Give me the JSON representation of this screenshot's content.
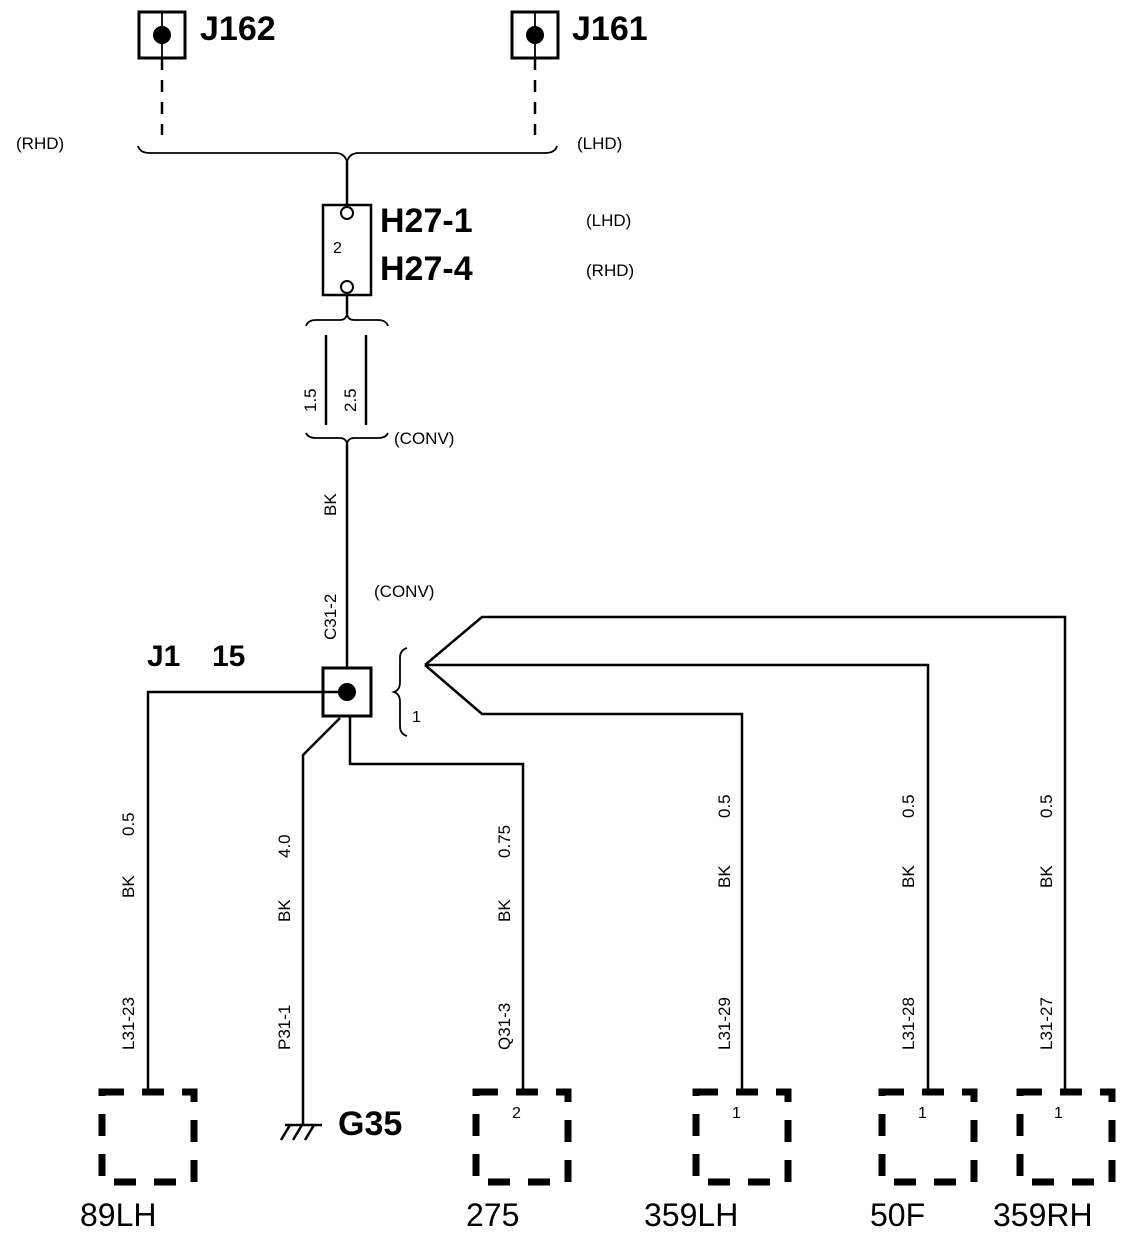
{
  "connectors": {
    "j162": "J162",
    "j161": "J161",
    "h27_1": "H27-1",
    "h27_4": "H27-4",
    "j1": "J1",
    "j1_pin": "15",
    "g35": "G35"
  },
  "notes": {
    "rhd_left": "(RHD)",
    "lhd_right": "(LHD)",
    "h27_1_variant": "(LHD)",
    "h27_4_variant": "(RHD)",
    "conv_mid": "(CONV)",
    "conv_right": "(CONV)"
  },
  "fuse_number": "2",
  "wire_labels": {
    "size_1_5": "1.5",
    "size_2_5": "2.5",
    "main_color": "BK",
    "main_pin": "C31-2",
    "w89_size": "0.5",
    "w89_color": "BK",
    "w89_pin": "L31-23",
    "g35_size": "4.0",
    "g35_color": "BK",
    "g35_pin": "P31-1",
    "w275_size": "0.75",
    "w275_color": "BK",
    "w275_pin": "Q31-3",
    "w359lh_size": "0.5",
    "w359lh_color": "BK",
    "w359lh_pin": "L31-29",
    "w50f_size": "0.5",
    "w50f_color": "BK",
    "w50f_pin": "L31-28",
    "w359rh_size": "0.5",
    "w359rh_color": "BK",
    "w359rh_pin": "L31-27",
    "splice_mark": "1"
  },
  "components": {
    "c89lh": "89LH",
    "c275": "275",
    "c275_pin": "2",
    "c359lh": "359LH",
    "c359lh_pin": "1",
    "c50f": "50F",
    "c50f_pin": "1",
    "c359rh": "359RH",
    "c359rh_pin": "1"
  }
}
